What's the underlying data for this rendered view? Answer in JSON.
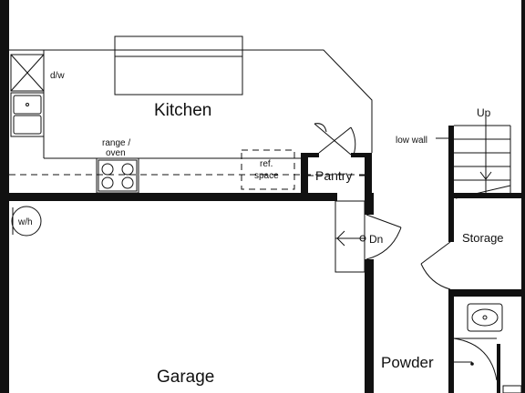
{
  "floor_plan": {
    "rooms": {
      "kitchen": "Kitchen",
      "garage": "Garage",
      "pantry": "Pantry",
      "storage": "Storage",
      "powder": "Powder"
    },
    "fixtures": {
      "dishwasher": "d/w",
      "range_line1": "range /",
      "range_line2": "oven",
      "ref_line1": "ref.",
      "ref_line2": "space",
      "water_heater": "w/h",
      "low_wall": "low wall"
    },
    "stairs": {
      "up": "Up",
      "down": "Dn"
    }
  }
}
